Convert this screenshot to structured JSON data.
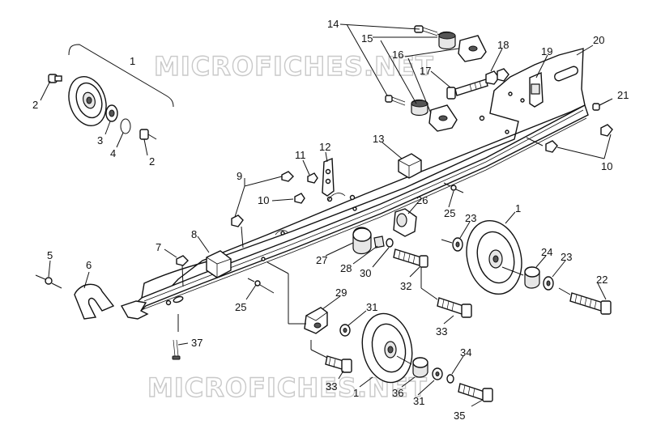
{
  "watermark": {
    "top": "MICROFICHES.NET",
    "bottom": "MICROFICHES.NET"
  },
  "callouts": [
    "1",
    "2",
    "3",
    "4",
    "2",
    "5",
    "6",
    "7",
    "8",
    "9",
    "10",
    "11",
    "12",
    "13",
    "14",
    "15",
    "16",
    "17",
    "18",
    "19",
    "20",
    "21",
    "10",
    "25",
    "26",
    "23",
    "1",
    "24",
    "23",
    "22",
    "27",
    "28",
    "30",
    "32",
    "25",
    "29",
    "31",
    "33",
    "37",
    "33",
    "1",
    "36",
    "31",
    "34",
    "35"
  ]
}
